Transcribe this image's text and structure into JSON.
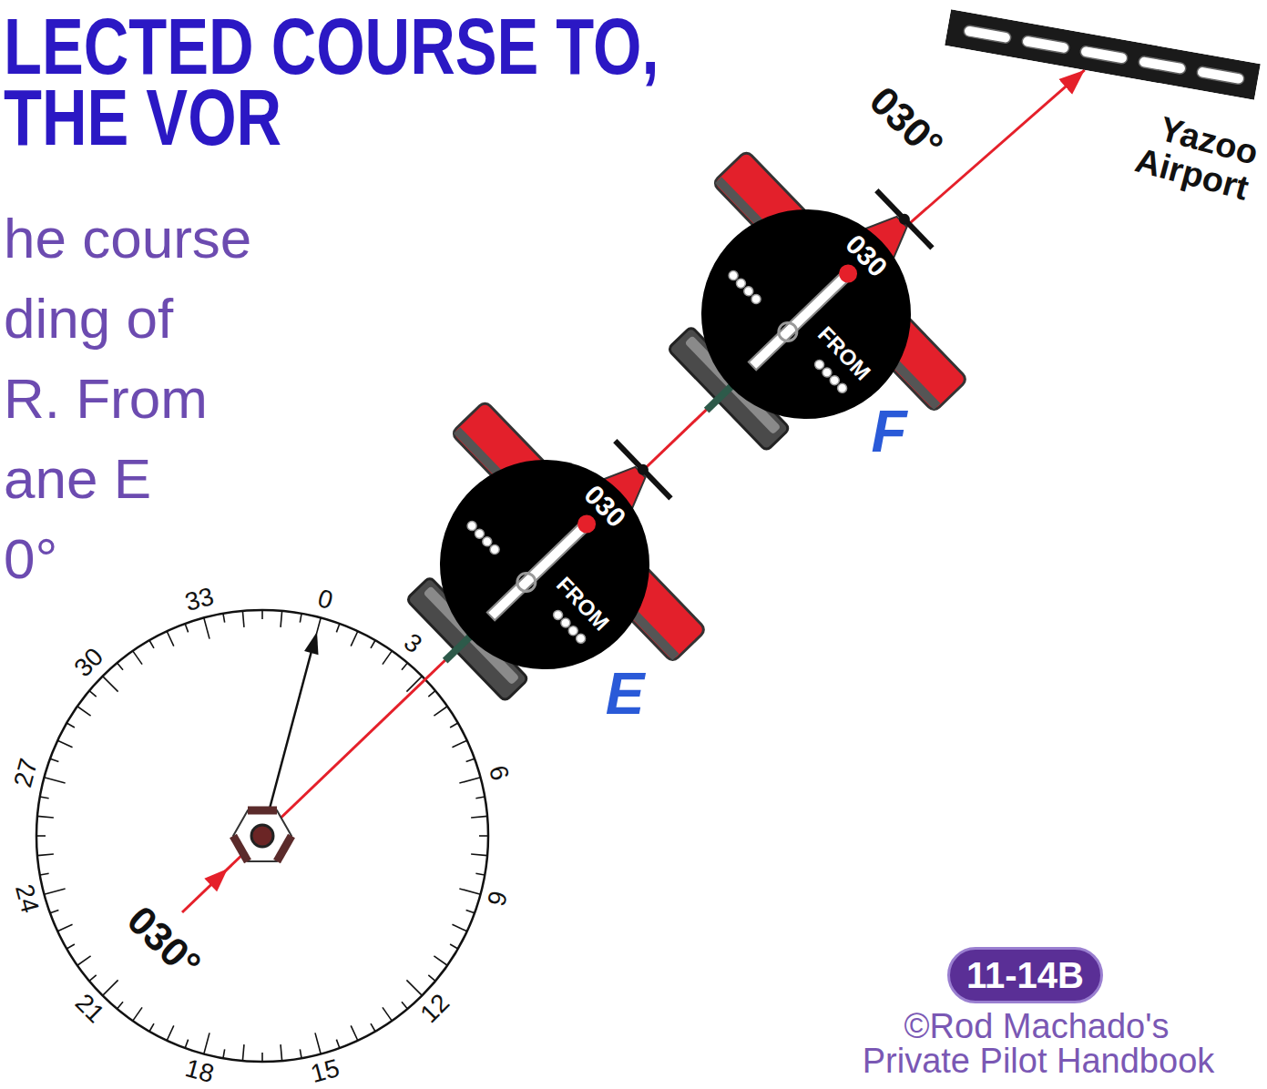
{
  "diagram": {
    "title": "LECTED COURSE TO, THE VOR",
    "nodes": [
      {
        "text": [
          "030",
          "FROM"
        ]
      },
      {
        "text": [
          "030",
          "FROM"
        ]
      },
      {
        "text": [
          "Yazoo Airport"
        ]
      },
      {
        "text": [
          "11-14B"
        ]
      }
    ],
    "edges": [
      {
        "from": 0,
        "to": 1,
        "arrow": "none"
      },
      {
        "from": 1,
        "to": 2,
        "arrow": "to"
      }
    ],
    "labels": [
      "he course",
      "ding of",
      "R. From",
      "ane E",
      "0°",
      "33",
      "0",
      "30",
      "27",
      "24",
      "21",
      "18",
      "15",
      "12",
      "9",
      "6",
      "3",
      "030°",
      "030°",
      "E",
      "F",
      "©Rod Machado's",
      "Private Pilot Handbook"
    ]
  }
}
